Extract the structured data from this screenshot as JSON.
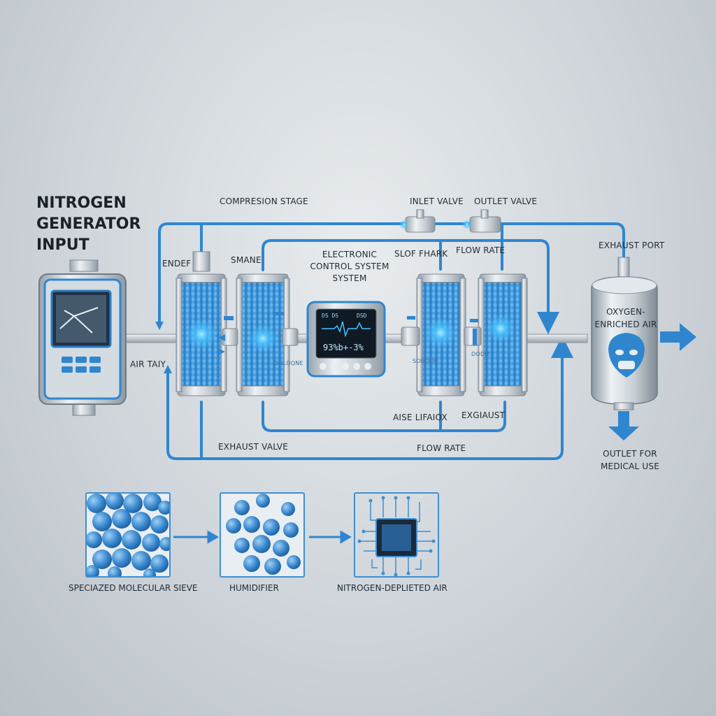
{
  "title": {
    "line1": "NITROGEN",
    "line2": "GENERATOR",
    "line3": "INPUT"
  },
  "labels": {
    "compression_stage": "COMPRESION STAGE",
    "inlet_valve": "INLET VALVE",
    "outlet_valve": "OUTLET VALVE",
    "ender": "ENDEF",
    "shane": "SMANE",
    "electronic_control": "ELECTRONIC CONTROL SYSTEM SYSTEM",
    "sloe_fhark": "SLOF FHARK",
    "flow_rate_top": "FLOW RATE",
    "exhaust_port": "EXHAUST PORT",
    "oxygen_enriched": "OXYGEN-ENRICHED AIR",
    "air_taiy": "AIR TAIY",
    "aise_lifaiox": "AISE LIFAIOX",
    "exgiaust": "EXGIAUST",
    "exhaust_valve": "EXHAUST VALVE",
    "flow_rate_bottom": "FLOW RATE",
    "outlet_medical": "OUTLET FOR MEDICAL USE",
    "tiny_1": "DOLOQNE",
    "tiny_2": "SONOUB",
    "tiny_3": "DODIE"
  },
  "display": {
    "left": "DS DS",
    "right": "DSD",
    "reading": "93%b+-3%"
  },
  "bottom_row": {
    "sieve": "SPECIAZED MOLECULAR SIEVE",
    "humidifier": "HUMIDIFIER",
    "nitrogen_depleted": "NITROGEN-DEPLIETED AIR"
  },
  "colors": {
    "pipe": "#2f86cf",
    "glow": "#49c2ff",
    "steel": "#c9d0d6",
    "bead": "#3b8fd6"
  }
}
